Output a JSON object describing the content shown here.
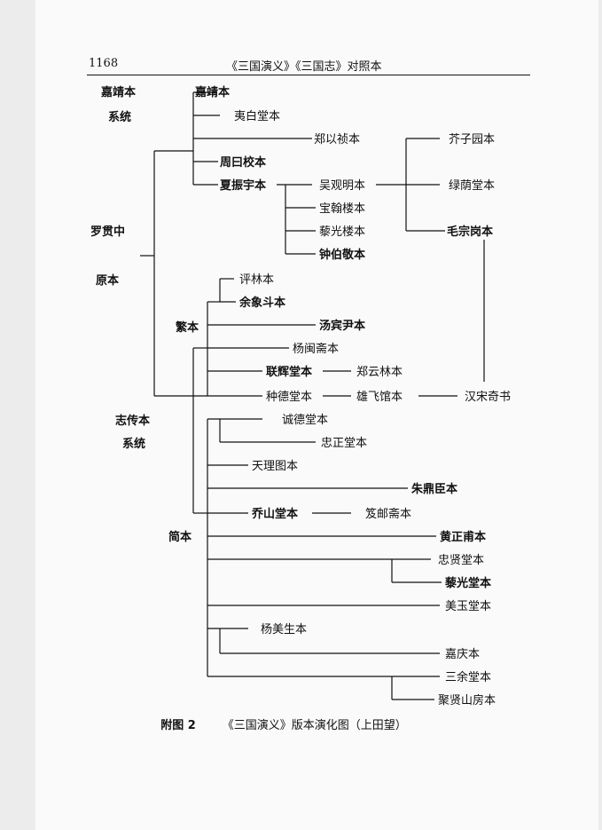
{
  "header": {
    "page_number": "1168",
    "title": "《三国演义》《三国志》对照本"
  },
  "tree": {
    "root_line1": "罗贯中",
    "root_line2": "原本",
    "jiajing_line1": "嘉靖本",
    "jiajing_line2": "系统",
    "zhizhuan_line1": "志传本",
    "zhizhuan_line2": "系统",
    "fanben": "繁本",
    "jianben": "简本",
    "nodes": {
      "jiajingben": "嘉靖本",
      "yibaitang": "夷白堂本",
      "zhengyizhen": "郑以祯本",
      "zhouyue": "周曰校本",
      "xiazhenyu": "夏振宇本",
      "wuguanming": "吴观明本",
      "baohanlou": "宝翰楼本",
      "liguanglou": "藜光楼本",
      "zhongbojing": "钟伯敬本",
      "jieziyuan": "芥子园本",
      "luyintang": "绿荫堂本",
      "maozonggang": "毛宗岗本",
      "pinglin": "评林本",
      "yuxiangdou": "余象斗本",
      "tangbinyin": "汤宾尹本",
      "yangminzhai": "杨闽斋本",
      "lianhuitang": "联辉堂本",
      "zhengyunlin": "郑云林本",
      "zhongdetang": "种德堂本",
      "xiongfeiguan": "雄飞馆本",
      "hansongqishu": "汉宋奇书",
      "chengdetang": "诚德堂本",
      "zhongzhengtang": "忠正堂本",
      "tianlitu": "天理图本",
      "zhudingchen": "朱鼎臣本",
      "qiaoshantang": "乔山堂本",
      "jiyouzhai": "笈邮斋本",
      "huangzhengfu": "黄正甫本",
      "zhongxiantang": "忠贤堂本",
      "liguangtang": "藜光堂本",
      "meiyutang": "美玉堂本",
      "yangmeisheng": "杨美生本",
      "jiaqing": "嘉庆本",
      "sanyutang": "三余堂本",
      "juxianshanfang": "聚贤山房本"
    }
  },
  "caption": {
    "figure_number": "附图 2",
    "text": "《三国演义》版本演化图（上田望）"
  }
}
